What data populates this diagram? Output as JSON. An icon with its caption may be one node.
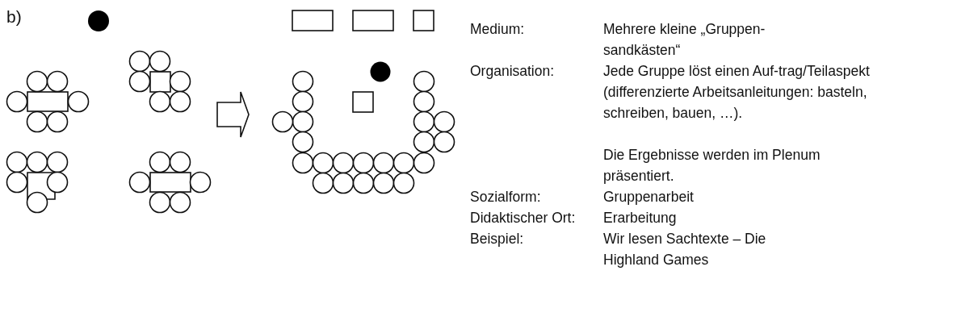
{
  "diagram": {
    "nodes": [
      {
        "text": [],
        "shape": "picture"
      },
      {
        "text": [],
        "shape": "picture"
      }
    ],
    "edges": [
      {
        "from": 0,
        "to": 1,
        "arrow": "to"
      }
    ],
    "labels": [
      "b)",
      "Medium:",
      "Mehrere kleine „Gruppen-sandkästen“",
      "Organisation:",
      "Jede Gruppe löst einen Auf-trag/Teilaspekt (differenzierte Arbeitsanleitungen: basteln, schreiben, bauen, …).",
      "Die Ergebnisse werden im Plenum präsentiert.",
      "Sozialform:",
      "Gruppenarbeit",
      "Didaktischer Ort:",
      "Erarbeitung",
      "Beispiel:",
      "Wir lesen Sachtexte – Die Highland Games"
    ]
  }
}
